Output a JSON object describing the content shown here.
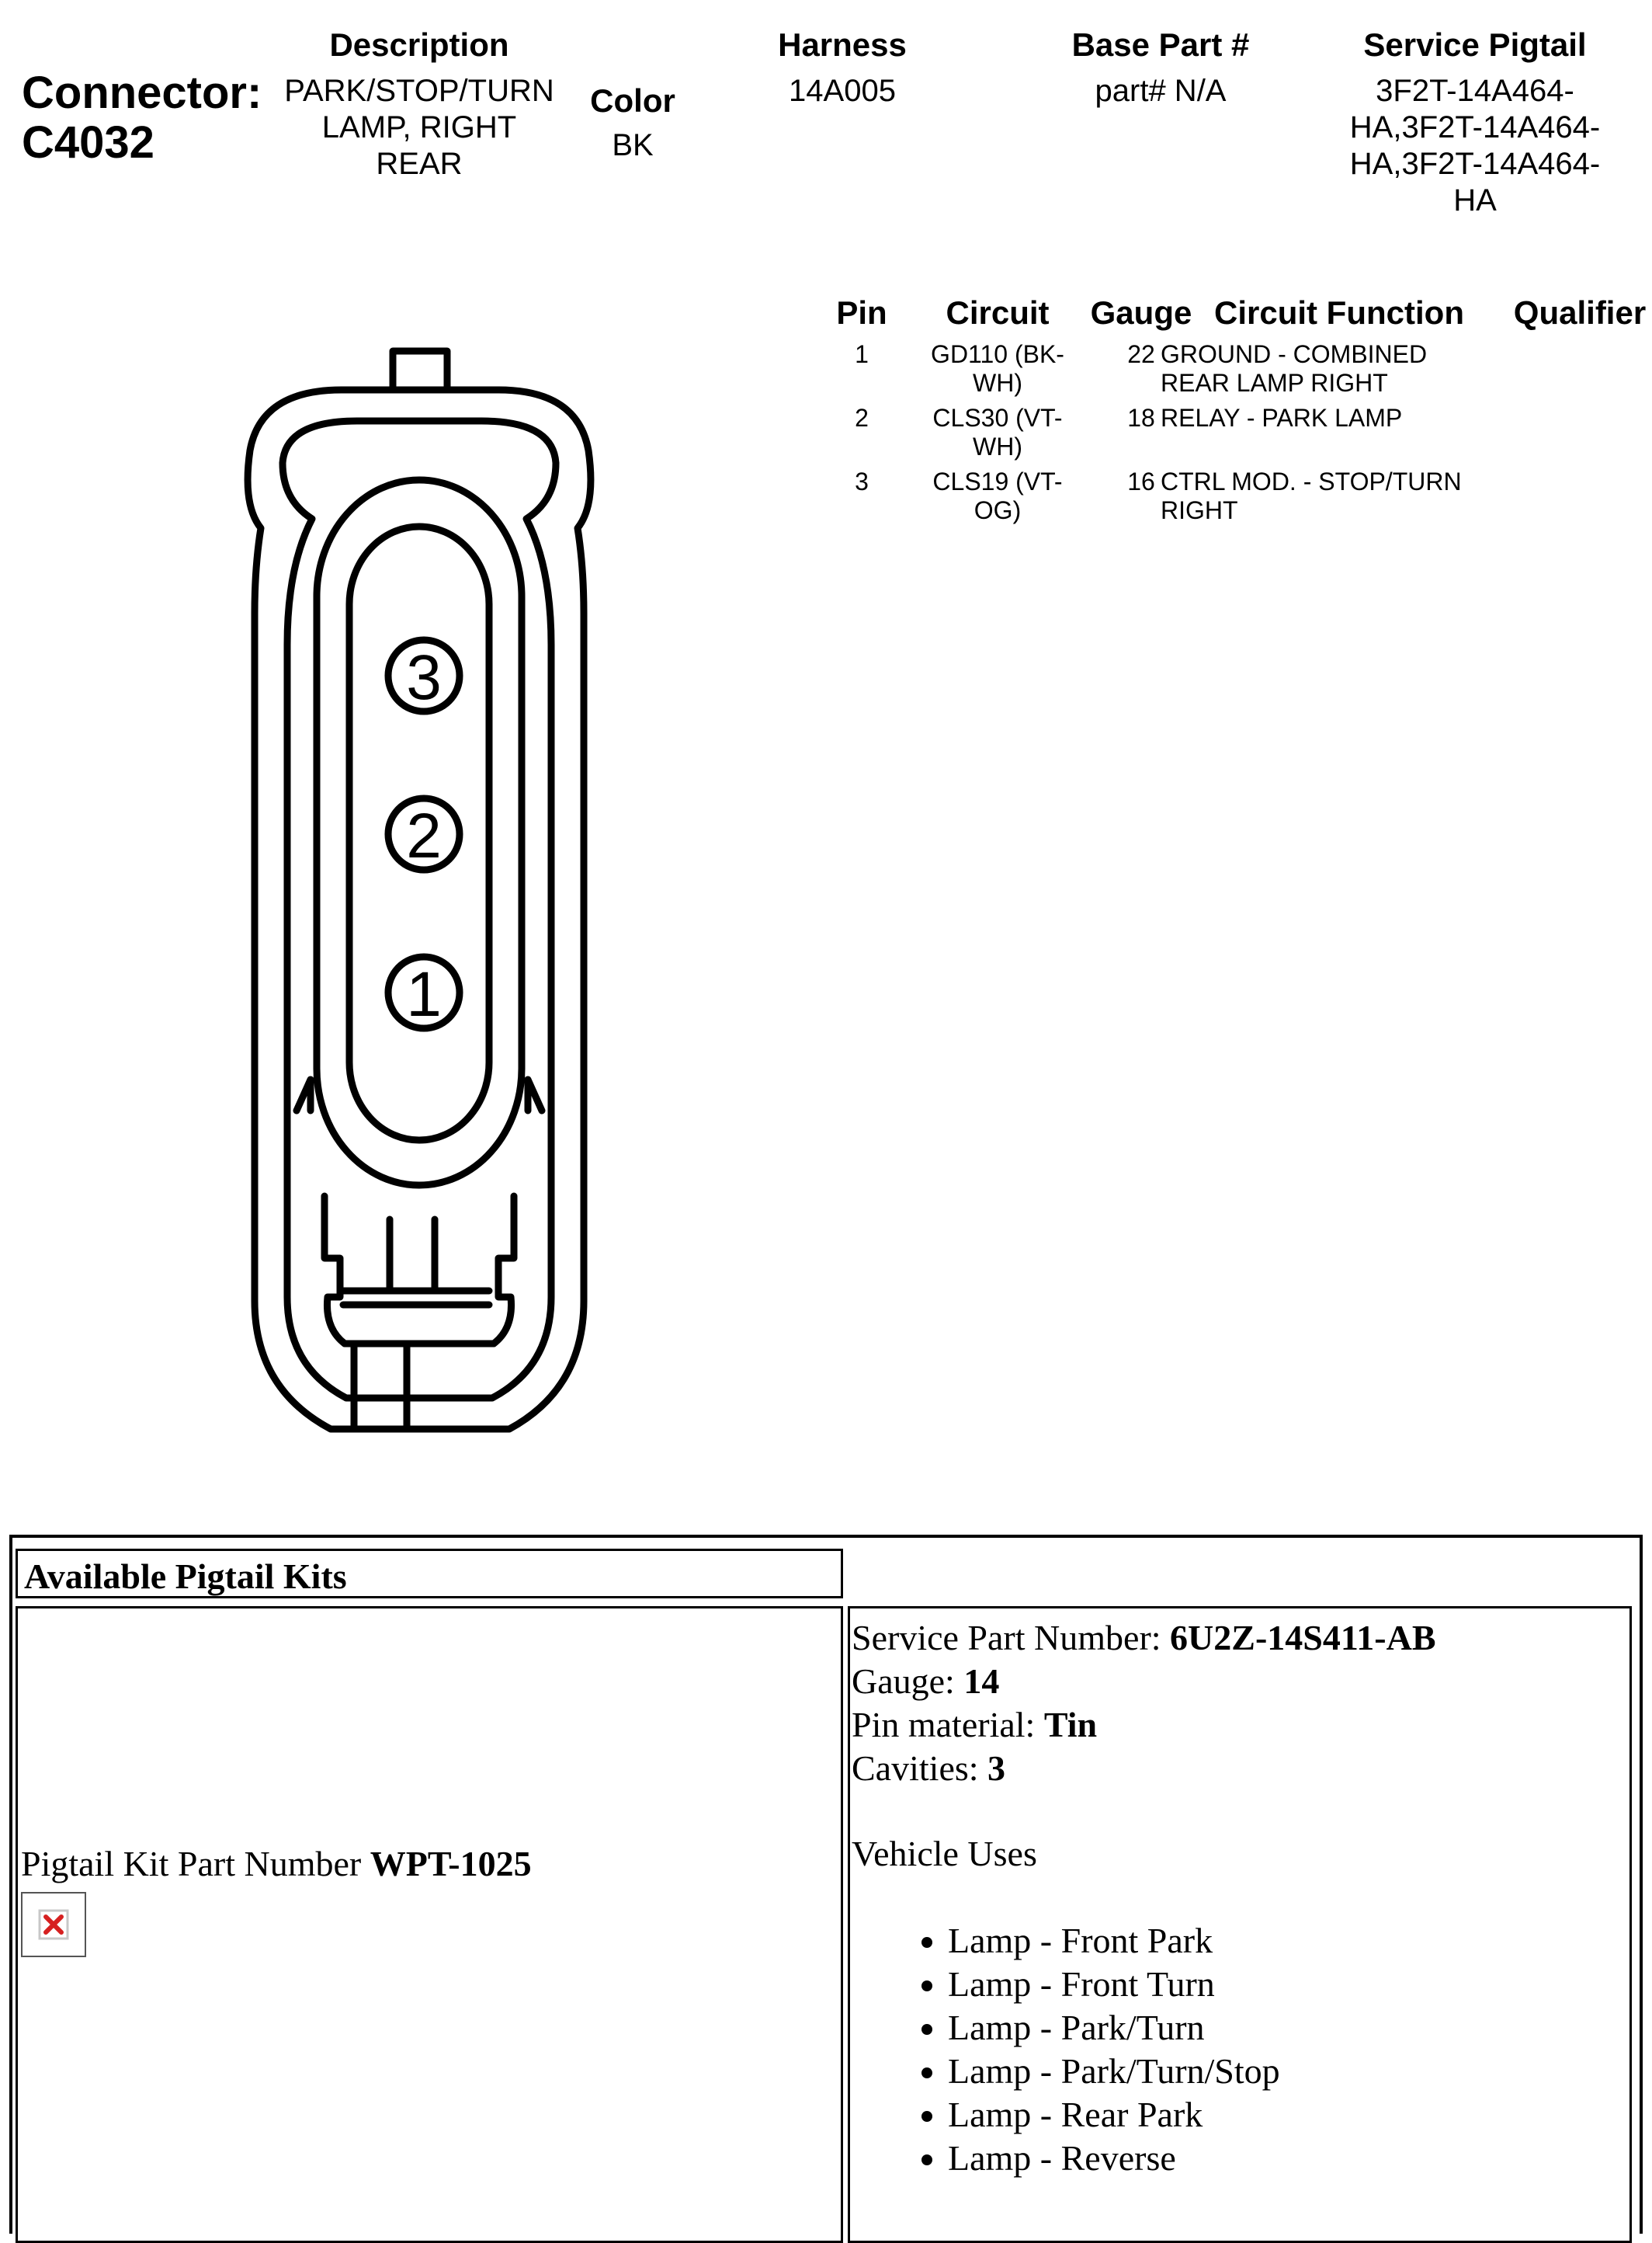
{
  "connector": {
    "label": "Connector:",
    "id": "C4032",
    "description_header": "Description",
    "description_lines": [
      "PARK/STOP/TURN",
      "LAMP, RIGHT",
      "REAR"
    ],
    "color_header": "Color",
    "color_value": "BK",
    "harness_header": "Harness",
    "harness_value": "14A005",
    "base_part_header": "Base Part #",
    "base_part_value": "part# N/A",
    "pigtail_header": "Service Pigtail",
    "pigtail_lines": [
      "3F2T-14A464-",
      "HA,3F2T-14A464-",
      "HA,3F2T-14A464-",
      "HA"
    ]
  },
  "pin_table": {
    "headers": {
      "pin": "Pin",
      "circuit": "Circuit",
      "gauge": "Gauge",
      "function": "Circuit Function",
      "qualifier": "Qualifier"
    },
    "rows": [
      {
        "pin": "1",
        "circuit_1": "GD110 (BK-",
        "circuit_2": "WH)",
        "gauge": "22",
        "function_1": "GROUND - COMBINED",
        "function_2": "REAR LAMP RIGHT"
      },
      {
        "pin": "2",
        "circuit_1": "CLS30 (VT-",
        "circuit_2": "WH)",
        "gauge": "18",
        "function_1": "RELAY - PARK LAMP",
        "function_2": ""
      },
      {
        "pin": "3",
        "circuit_1": "CLS19 (VT-",
        "circuit_2": "OG)",
        "gauge": "16",
        "function_1": "CTRL MOD. - STOP/TURN",
        "function_2": "RIGHT"
      }
    ]
  },
  "diagram": {
    "pin_labels": [
      "3",
      "2",
      "1"
    ]
  },
  "pigtail_kits": {
    "title": "Available Pigtail Kits",
    "kit_label": "Pigtail Kit Part Number ",
    "kit_number": "WPT-1025",
    "service_part_label": "Service Part Number: ",
    "service_part_value": "6U2Z-14S411-AB",
    "gauge_label": "Gauge: ",
    "gauge_value": "14",
    "pin_material_label": "Pin material: ",
    "pin_material_value": "Tin",
    "cavities_label": "Cavities: ",
    "cavities_value": "3",
    "vehicle_uses_label": "Vehicle Uses",
    "vehicle_uses": [
      "Lamp - Front Park",
      "Lamp - Front Turn",
      "Lamp - Park/Turn",
      "Lamp - Park/Turn/Stop",
      "Lamp - Rear Park",
      "Lamp - Reverse"
    ]
  }
}
